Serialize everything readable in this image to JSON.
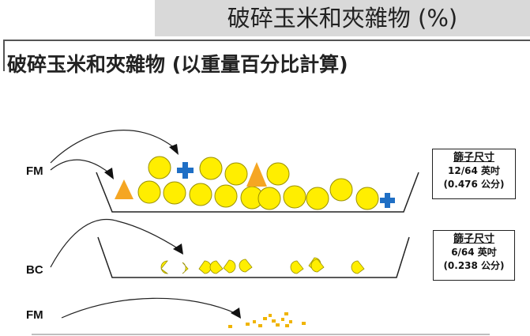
{
  "header": {
    "title": "破碎玉米和夾雜物 (%)"
  },
  "main_title": "破碎玉米和夾雜物 (以重量百分比計算)",
  "rows": [
    {
      "label": "FM"
    },
    {
      "label": "BC"
    },
    {
      "label": "FM"
    }
  ],
  "sieves": [
    {
      "title": "篩子尺寸",
      "size": "12/64 英吋",
      "metric": "(0.476 公分)"
    },
    {
      "title": "篩子尺寸",
      "size": "6/64 英吋",
      "metric": "(0.238 公分)"
    }
  ],
  "colors": {
    "kernel": "#ffee00",
    "kernel_outline": "#9a9000",
    "foreign_triangle": "#f5a623",
    "foreign_cross": "#1f6fc5",
    "fine_particle": "#f0b400"
  }
}
